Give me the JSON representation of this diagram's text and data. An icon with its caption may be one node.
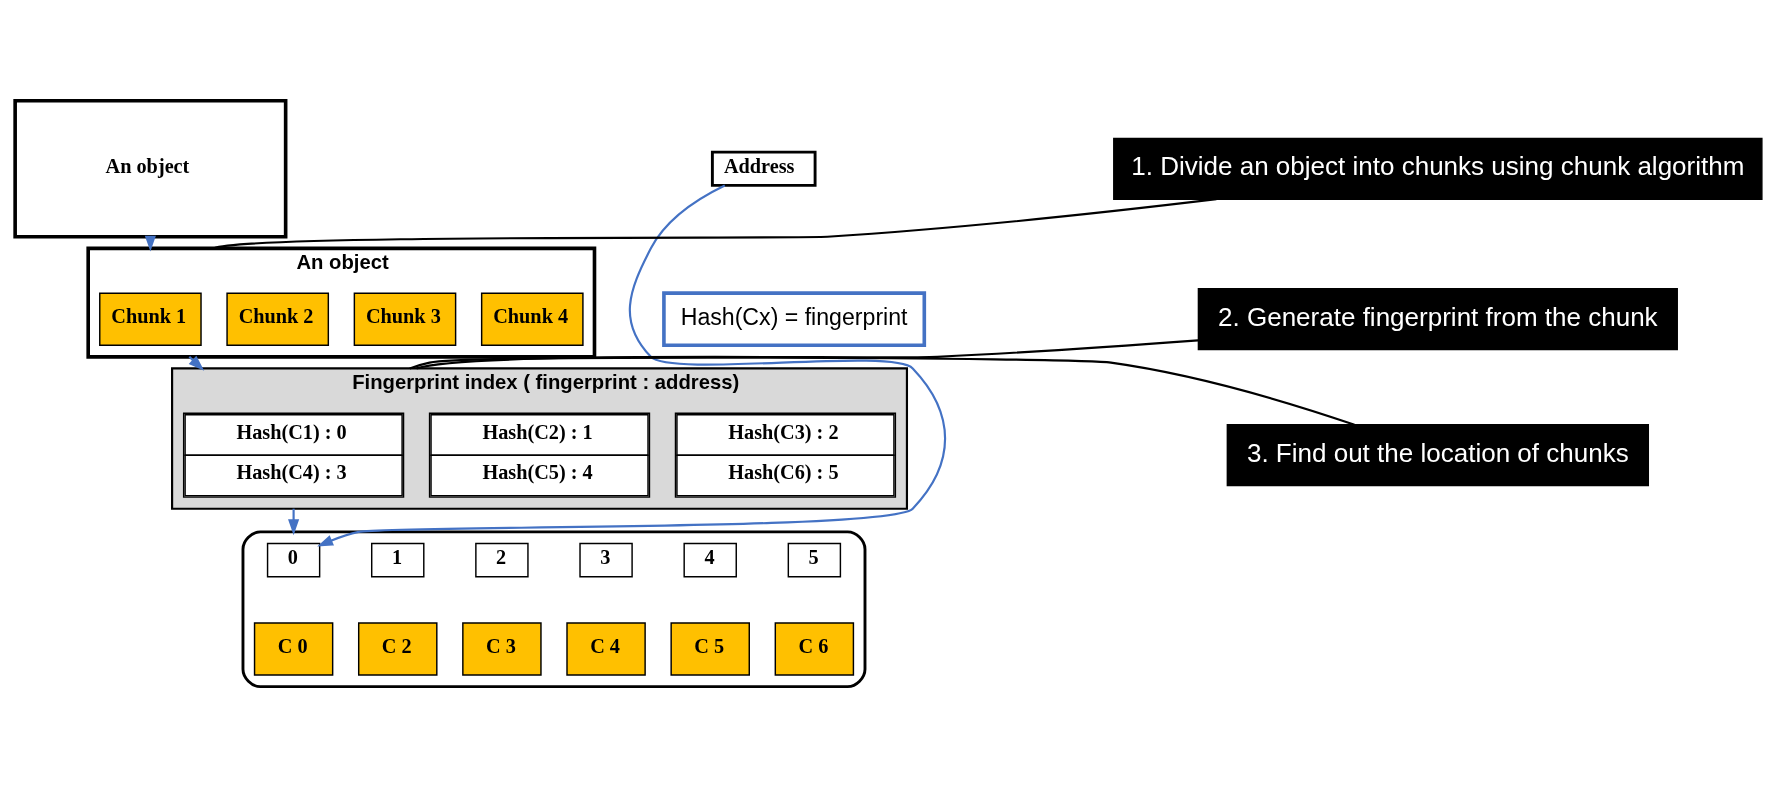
{
  "diagram": {
    "nodes": [
      {
        "text": [
          "An object"
        ]
      },
      {
        "text": [
          "An object"
        ]
      },
      {
        "text": [
          "Chunk 1"
        ],
        "in": 1
      },
      {
        "text": [
          "Chunk 2"
        ],
        "in": 1
      },
      {
        "text": [
          "Chunk 3"
        ],
        "in": 1
      },
      {
        "text": [
          "Chunk 4"
        ],
        "in": 1
      },
      {
        "text": [
          "Hash(Cx) = fingerprint"
        ]
      },
      {
        "text": [
          "Fingerprint index ( fingerprint : address)"
        ]
      },
      {
        "text": [
          "Hash(C1) : 0",
          "Hash(C4) : 3"
        ],
        "in": 7
      },
      {
        "text": [
          "Hash(C2) : 1",
          "Hash(C5) : 4"
        ],
        "in": 7
      },
      {
        "text": [
          "Hash(C3) : 2",
          "Hash(C6) : 5"
        ],
        "in": 7
      },
      {
        "text": [],
        "shape": "cylinder"
      },
      {
        "text": [
          "0"
        ],
        "in": 11
      },
      {
        "text": [
          "1"
        ],
        "in": 11
      },
      {
        "text": [
          "2"
        ],
        "in": 11
      },
      {
        "text": [
          "3"
        ],
        "in": 11
      },
      {
        "text": [
          "4"
        ],
        "in": 11
      },
      {
        "text": [
          "5"
        ],
        "in": 11
      },
      {
        "text": [
          "C 0"
        ],
        "in": 11
      },
      {
        "text": [
          "C 2"
        ],
        "in": 11
      },
      {
        "text": [
          "C 3"
        ],
        "in": 11
      },
      {
        "text": [
          "C 4"
        ],
        "in": 11
      },
      {
        "text": [
          "C 5"
        ],
        "in": 11
      },
      {
        "text": [
          "C 6"
        ],
        "in": 11
      },
      {
        "text": [
          "Address"
        ]
      },
      {
        "text": [
          "1. Divide an object into chunks using chunk algorithm"
        ]
      },
      {
        "text": [
          "2. Generate fingerprint from the chunk"
        ]
      },
      {
        "text": [
          "3. Find out the location of chunks"
        ]
      }
    ],
    "edges": [
      {
        "from": 0,
        "to": 1,
        "arrow": "to"
      },
      {
        "from": 1,
        "to": 7,
        "arrow": "to"
      },
      {
        "from": 7,
        "to": 11,
        "arrow": "to"
      },
      {
        "from": 24,
        "to": 12,
        "arrow": "to"
      },
      {
        "from": 25,
        "to": 1,
        "arrow": "none",
        "color": "#000000"
      },
      {
        "from": 26,
        "to": 7,
        "arrow": "none",
        "color": "#000000"
      },
      {
        "from": 27,
        "to": 7,
        "arrow": "none",
        "color": "#000000"
      }
    ]
  }
}
